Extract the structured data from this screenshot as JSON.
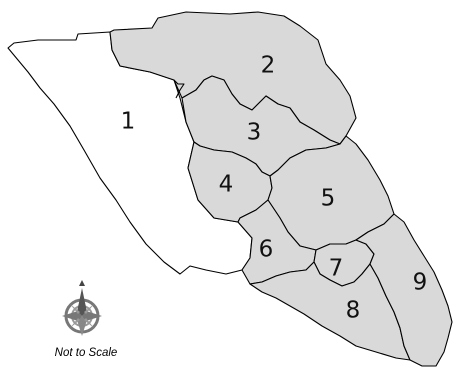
{
  "map": {
    "districts": [
      {
        "number": "1"
      },
      {
        "number": "2"
      },
      {
        "number": "3"
      },
      {
        "number": "4"
      },
      {
        "number": "5"
      },
      {
        "number": "6"
      },
      {
        "number": "7"
      },
      {
        "number": "8"
      },
      {
        "number": "9"
      }
    ],
    "colors": {
      "district_1_fill": "#ffffff",
      "other_districts_fill": "#d9d9d9",
      "boundary": "#000000"
    },
    "compass_icon": "compass-rose-icon",
    "scale_note": "Not to Scale"
  }
}
